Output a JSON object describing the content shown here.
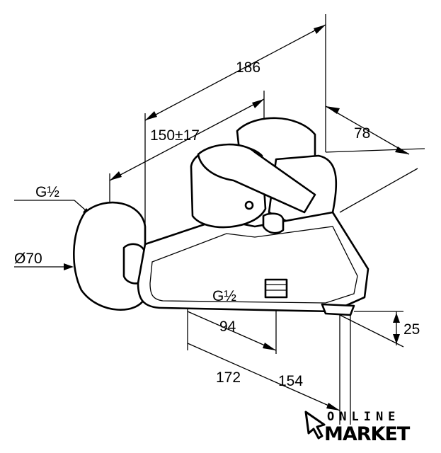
{
  "dimensions": {
    "overall_depth": "186",
    "center_distance": "150±17",
    "rosette_depth": "78",
    "thread_wall": "G½",
    "rosette_diameter": "Ø70",
    "thread_outlet": "G½",
    "outlet_offset": "94",
    "spout_height": "25",
    "spout_reach_total": "172",
    "spout_reach": "154"
  },
  "logo": {
    "line1": "ONLINE",
    "line2": "MARKET"
  }
}
